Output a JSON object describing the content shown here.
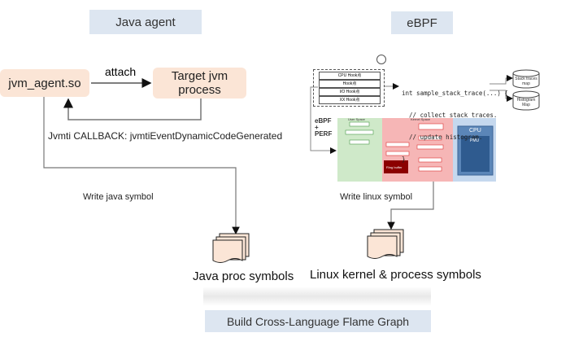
{
  "java_section": {
    "header": "Java agent",
    "agent_box": "jvm_agent.so",
    "target_box_line1": "Target jvm",
    "target_box_line2": "process",
    "attach_label": "attach",
    "callback_label": "Jvmti CALLBACK:  jvmtiEventDynamicCodeGenerated",
    "write_label": "Write java symbol",
    "output_label": "Java proc symbols"
  },
  "ebpf_section": {
    "header": "eBPF",
    "ebpf_perf_label_1": "eBPF",
    "ebpf_perf_label_2": "+",
    "ebpf_perf_label_3": "PERF",
    "hooks": [
      "CPU Hook点",
      "Hook点",
      "I/O Hook点",
      "XX Hook点"
    ],
    "code_lines": [
      "int sample_stack_trace(...) {",
      "  // collect stack traces.",
      "  // update histogram.",
      "}"
    ],
    "maps": [
      "Stack traces map",
      "Histogram Map"
    ],
    "panel": {
      "user_space": "User Space",
      "kernel_space": "Kernel Space",
      "cpu": "CPU",
      "pmu": "PMU",
      "ring_buffer": "Ring buffer"
    },
    "write_label": "Write linux symbol",
    "output_label": "Linux kernel & process symbols"
  },
  "footer": {
    "label": "Build Cross-Language Flame Graph"
  },
  "colors": {
    "header_bg": "#dde6f1",
    "box_bg": "#fbe5d6",
    "line": "#6b6b6b"
  }
}
